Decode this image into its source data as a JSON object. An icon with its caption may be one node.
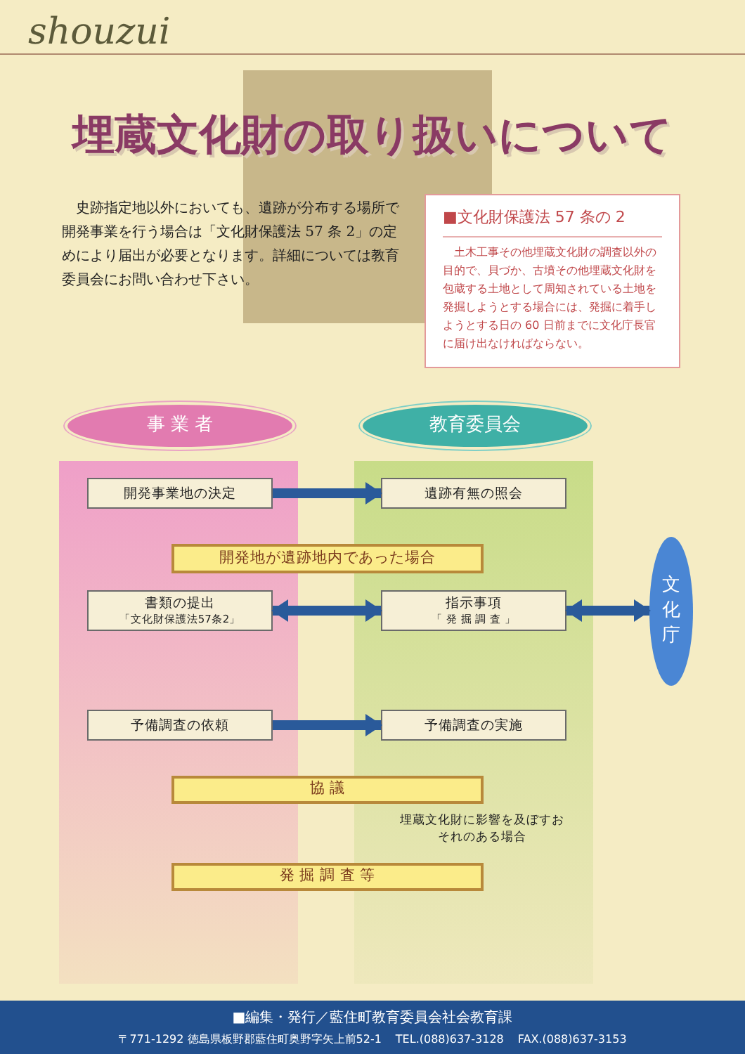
{
  "diagram": {
    "title": "埋蔵文化財の取り扱いについて",
    "nodes": [
      {
        "text": [
          "■文化財保護法 57 条の 2",
          "土木工事その他埋蔵文化財の調査以外の目的で、貝づか、古墳その他埋蔵文化財を包蔵する土地として周知されている土地を発掘しようとする場合には、発掘に着手しようとする日の 60 日前までに文化庁長官に届け出なければならない。"
        ]
      },
      {
        "text": [
          "事 業 者"
        ]
      },
      {
        "text": [
          "教育委員会"
        ]
      },
      {
        "text": [
          "開発事業地の決定"
        ],
        "in": 1
      },
      {
        "text": [
          "遺跡有無の照会"
        ],
        "in": 2
      },
      {
        "text": [
          "開発地が遺跡地内であった場合"
        ]
      },
      {
        "text": [
          "書類の提出",
          "「文化財保護法57条2」"
        ],
        "in": 1
      },
      {
        "text": [
          "指示事項",
          "「 発 掘 調 査 」"
        ],
        "in": 2
      },
      {
        "text": [
          "文化庁"
        ]
      },
      {
        "text": [
          "予備調査の依頼"
        ],
        "in": 1
      },
      {
        "text": [
          "予備調査の実施"
        ],
        "in": 2
      },
      {
        "text": [
          "協 議"
        ]
      },
      {
        "text": [
          "発 掘 調 査 等"
        ]
      }
    ],
    "edges": [
      {
        "from": 3,
        "to": 4,
        "arrow": "to"
      },
      {
        "from": 6,
        "to": 7,
        "arrow": "both"
      },
      {
        "from": 7,
        "to": 8,
        "arrow": "both"
      },
      {
        "from": 9,
        "to": 10,
        "arrow": "to"
      }
    ],
    "labels": [
      "shouzui",
      "史跡指定地以外においても、遺跡が分布する場所で開発事業を行う場合は「文化財保護法 57 条 2」の定めにより届出が必要となります。詳細については教育委員会にお問い合わせ下さい。",
      "埋蔵文化財に影響を及ぼすおそれのある場合",
      "■編集・発行／藍住町教育委員会社会教育課",
      "〒771-1292 徳島県板野郡藍住町奥野字矢上前52-1",
      "TEL.(088)637-3128",
      "FAX.(088)637-3153"
    ]
  }
}
